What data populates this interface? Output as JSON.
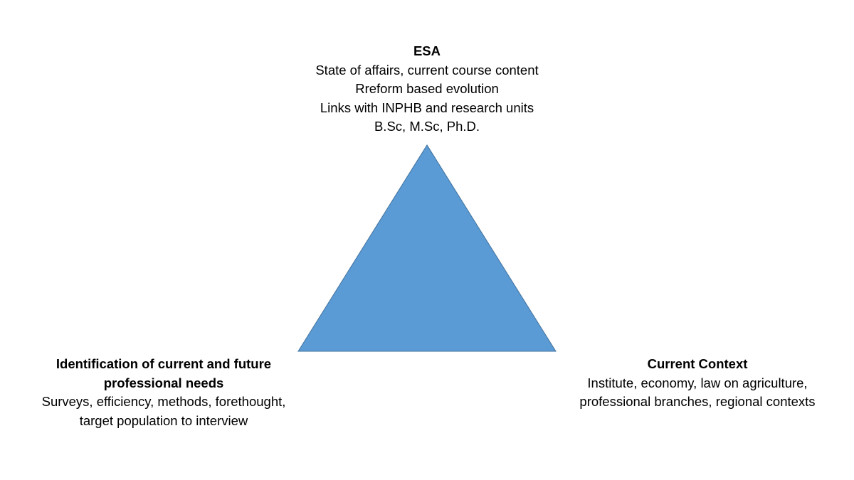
{
  "diagram": {
    "type": "triangle",
    "colors": {
      "fill": "#5B9BD5",
      "stroke": "#41719C",
      "text": "#000000",
      "background": "#FFFFFF"
    },
    "vertices": {
      "top": {
        "title": "ESA",
        "lines": [
          "State of affairs, current course content",
          "Rreform based evolution",
          "Links with INPHB and research units",
          "B.Sc, M.Sc, Ph.D."
        ]
      },
      "bottom_left": {
        "title": "Identification of current and future professional needs",
        "lines": [
          "Surveys, efficiency, methods, forethought,",
          "target population to interview"
        ]
      },
      "bottom_right": {
        "title": "Current Context",
        "lines": [
          "Institute, economy, law on agriculture,",
          "professional branches, regional contexts"
        ]
      }
    }
  }
}
